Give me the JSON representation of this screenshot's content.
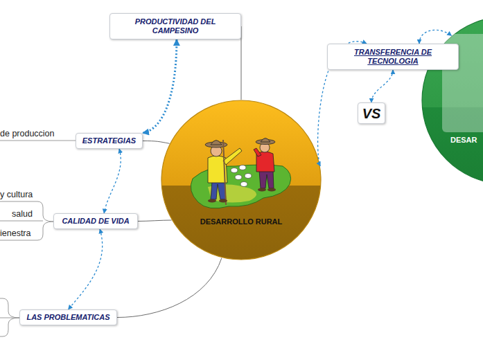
{
  "diagram": {
    "nodes": [
      {
        "text": [
          "PRODUCTIVIDAD DEL CAMPESINO"
        ]
      },
      {
        "text": [
          "TRANSFERENCIA DE TECNOLOGIA"
        ]
      },
      {
        "text": [
          "VS"
        ]
      },
      {
        "text": [
          "ESTRATEGIAS"
        ]
      },
      {
        "text": [
          "DESARROLLO RURAL"
        ]
      },
      {
        "text": [
          "DESAR"
        ]
      },
      {
        "text": [
          "CALIDAD DE VIDA"
        ]
      },
      {
        "text": [
          "LAS PROBLEMATICAS"
        ]
      }
    ],
    "edges": [
      {
        "from": 4,
        "to": 0,
        "arrow": "none"
      },
      {
        "from": 4,
        "to": 3,
        "arrow": "none"
      },
      {
        "from": 4,
        "to": 6,
        "arrow": "none"
      },
      {
        "from": 4,
        "to": 7,
        "arrow": "none"
      },
      {
        "from": 0,
        "to": 3,
        "arrow": "both"
      },
      {
        "from": 3,
        "to": 6,
        "arrow": "both"
      },
      {
        "from": 6,
        "to": 7,
        "arrow": "both"
      },
      {
        "from": 1,
        "to": 4,
        "arrow": "both"
      },
      {
        "from": 1,
        "to": 2,
        "arrow": "both"
      },
      {
        "from": 1,
        "to": 5,
        "arrow": "both"
      }
    ],
    "labels": [
      "de produccion",
      "y cultura",
      "salud",
      "ienestra"
    ]
  }
}
